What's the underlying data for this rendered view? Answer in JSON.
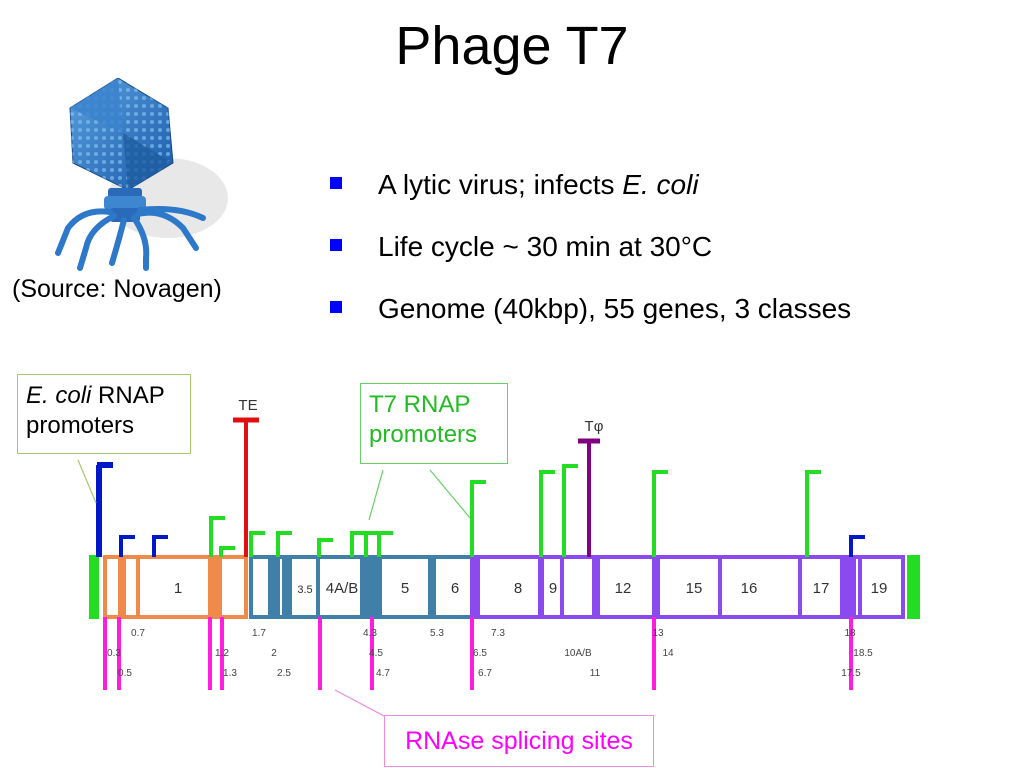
{
  "slide": {
    "title": "Phage T7",
    "source_caption": "(Source: Novagen)",
    "bullets": [
      {
        "text": "A lytic virus; infects ",
        "italic": "E. coli"
      },
      {
        "text": "Life cycle ~ 30 min at 30°C",
        "italic": ""
      },
      {
        "text": "Genome (40kbp), 55 genes, 3 classes",
        "italic": ""
      }
    ]
  },
  "callouts": {
    "ecoli_promoters": {
      "italic": "E. coli",
      "line1_rest": " RNAP",
      "line2": "promoters"
    },
    "t7_promoters": {
      "line1": "T7 RNAP",
      "line2": "promoters"
    },
    "rnase_sites": "RNAse splicing sites"
  },
  "genome_map": {
    "terminator_labels": [
      "TE",
      "Tφ"
    ],
    "gene_labels_in_bar": [
      "1",
      "3.5",
      "4A/B",
      "5",
      "6",
      "8",
      "9",
      "12",
      "15",
      "16",
      "17",
      "19"
    ],
    "tick_labels_row1": [
      "0.7",
      "1.7",
      "4.3",
      "5.3",
      "7.3",
      "13",
      "18"
    ],
    "tick_labels_row2": [
      "0.3",
      "1.2",
      "2",
      "4.5",
      "6.5",
      "10A/B",
      "14",
      "18.5"
    ],
    "tick_labels_row3": [
      "0.5",
      "1.3",
      "2.5",
      "4.7",
      "6.7",
      "11",
      "17.5"
    ],
    "colors": {
      "class1": "#f08a4b",
      "class2": "#3f7fa8",
      "class3": "#8a4af0",
      "ecoli_promoter": "#0018c8",
      "t7_promoter": "#22dd22",
      "te_terminator": "#e01010",
      "tphi_terminator": "#800080",
      "rnase": "#ff1ee0"
    }
  }
}
